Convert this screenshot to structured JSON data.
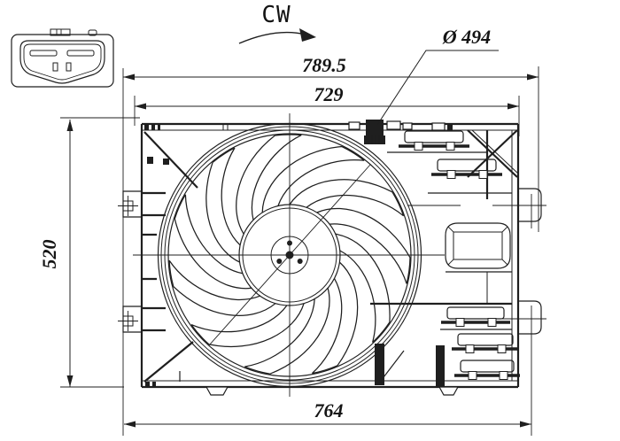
{
  "page": {
    "background": "#ffffff",
    "ink": "#1f1f1f"
  },
  "annotations": {
    "rotation_direction": "CW",
    "fan_diameter": "Ø 494"
  },
  "dimensions": {
    "overall_width": "789.5",
    "shroud_width": "729",
    "height": "520",
    "mounting_width": "764"
  },
  "icons": {
    "cw_arrow": "clockwise-curved-arrow",
    "dimension_arrows": "double-ended-dimension-arrows"
  }
}
